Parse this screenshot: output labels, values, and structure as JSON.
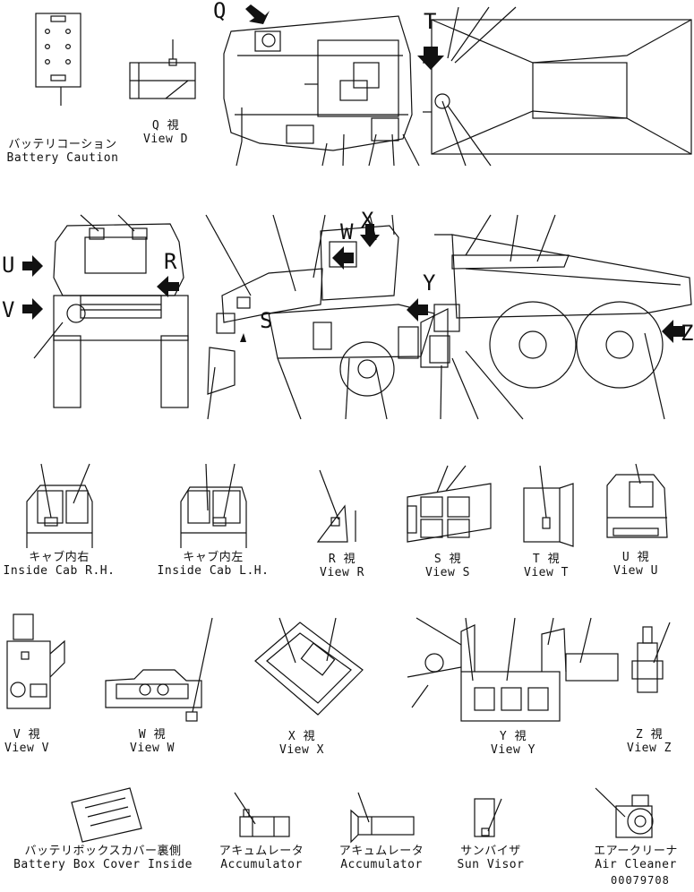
{
  "views": {
    "battery_caution": {
      "jp": "バッテリコーション",
      "en": "Battery Caution"
    },
    "view_d": {
      "jp": "Q 視",
      "en": "View D"
    },
    "cab_rh": {
      "jp": "キャブ内右",
      "en": "Inside Cab R.H."
    },
    "cab_lh": {
      "jp": "キャブ内左",
      "en": "Inside Cab L.H."
    },
    "view_r": {
      "jp": "R 視",
      "en": "View R"
    },
    "view_s": {
      "jp": "S 視",
      "en": "View S"
    },
    "view_t": {
      "jp": "T 視",
      "en": "View T"
    },
    "view_u": {
      "jp": "U 視",
      "en": "View U"
    },
    "view_v": {
      "jp": "V 視",
      "en": "View V"
    },
    "view_w": {
      "jp": "W 視",
      "en": "View W"
    },
    "view_x": {
      "jp": "X 視",
      "en": "View X"
    },
    "view_y": {
      "jp": "Y 視",
      "en": "View Y"
    },
    "view_z": {
      "jp": "Z 視",
      "en": "View Z"
    },
    "battery_box": {
      "jp": "バッテリボックスカバー裏側",
      "en": "Battery Box Cover Inside"
    },
    "accumulator_1": {
      "jp": "アキュムレータ",
      "en": "Accumulator"
    },
    "accumulator_2": {
      "jp": "アキュムレータ",
      "en": "Accumulator"
    },
    "sun_visor": {
      "jp": "サンバイザ",
      "en": "Sun Visor"
    },
    "air_cleaner": {
      "jp": "エアークリーナ",
      "en": "Air Cleaner"
    }
  },
  "view_letters": {
    "q": "Q",
    "t": "T",
    "u": "U",
    "v": "V",
    "r": "R",
    "s": "S",
    "w": "W",
    "x": "X",
    "y": "Y",
    "z": "Z"
  },
  "drawing_number": "00079708"
}
